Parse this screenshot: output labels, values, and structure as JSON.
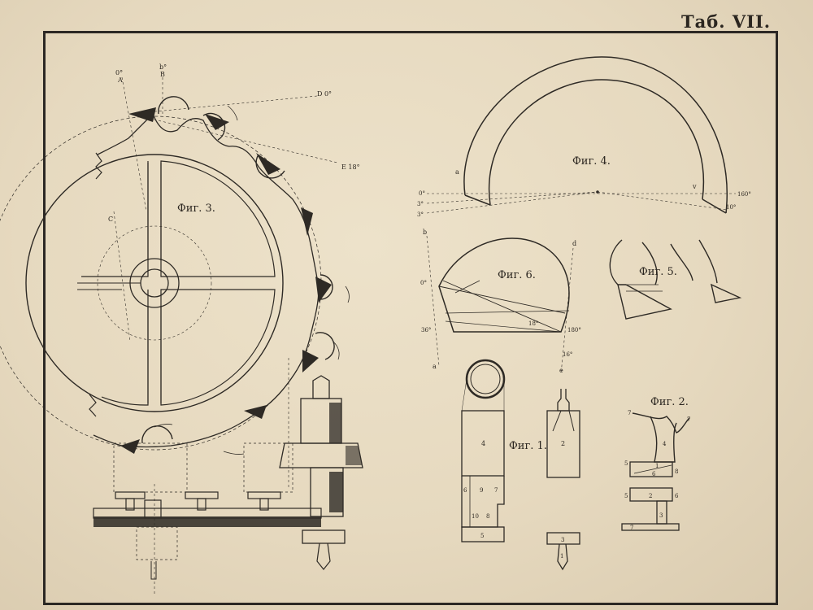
{
  "plate": {
    "number": "Таб. VII."
  },
  "figures": {
    "fig1": "Фиг. 1.",
    "fig2": "Фиг. 2.",
    "fig3": "Фиг. 3.",
    "fig4": "Фиг. 4.",
    "fig5": "Фиг. 5.",
    "fig6": "Фиг. 6."
  },
  "fig3_labels": {
    "a_deg": "0°",
    "a": "A",
    "b_deg": "b°",
    "b": "B",
    "c": "C",
    "d": "D 0°",
    "e": "E 18°"
  },
  "fig4_labels": {
    "a": "a",
    "v": "v",
    "deg0": "0°",
    "deg3": "3°",
    "deg3b": "3°",
    "deg160": "160°",
    "deg10": "10°"
  },
  "fig6_labels": {
    "b": "b",
    "d": "d",
    "deg0": "0°",
    "deg36": "36°",
    "deg18": "18°",
    "deg180": "180°",
    "deg16": "16°",
    "a": "a",
    "e": "e"
  },
  "fig1_labels": {
    "n4": "4",
    "n2": "2",
    "n6": "6",
    "n9": "9",
    "n7": "7",
    "n10": "10",
    "n8": "8",
    "n5": "5",
    "n3": "3",
    "n1": "1"
  },
  "fig2_labels": {
    "n7a": "7",
    "n7b": "7",
    "n4": "4",
    "n5a": "5",
    "n1": "1",
    "n8": "8",
    "n6a": "6",
    "n5b": "5",
    "n2": "2",
    "n6b": "6",
    "n3": "3",
    "n7c": "7"
  }
}
